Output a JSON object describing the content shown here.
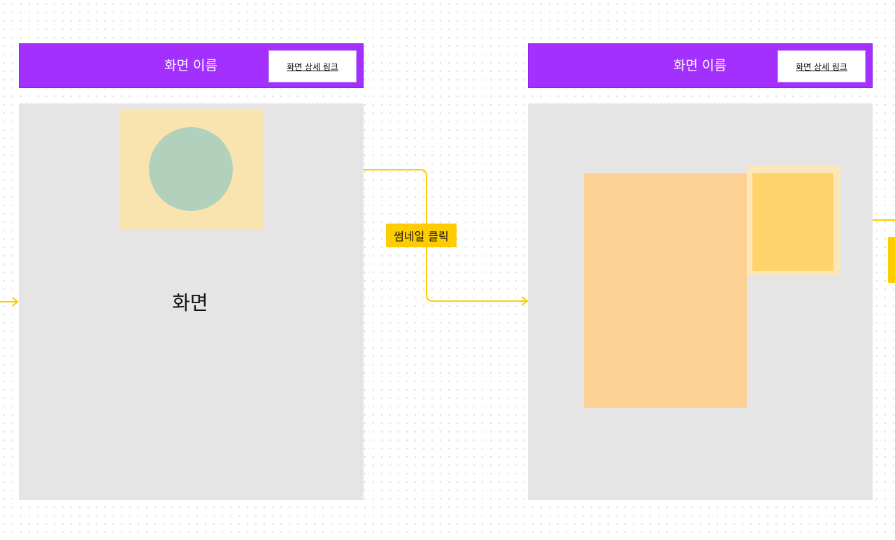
{
  "screens": [
    {
      "header": {
        "title": "화면 이름",
        "link_label": "화면 상세 링크"
      },
      "body_label": "화면"
    },
    {
      "header": {
        "title": "화면 이름",
        "link_label": "화면 상세 링크"
      }
    }
  ],
  "connector": {
    "label": "썸네일 클릭"
  },
  "colors": {
    "header": "#a330ff",
    "screen": "#e5e5e5",
    "connector": "#ffcc00",
    "thumbnail_bg": "#f9e4b0",
    "thumbnail_circle": "#b1d1bd",
    "content_block": "#fdd093",
    "highlight": "#ffd36b"
  }
}
